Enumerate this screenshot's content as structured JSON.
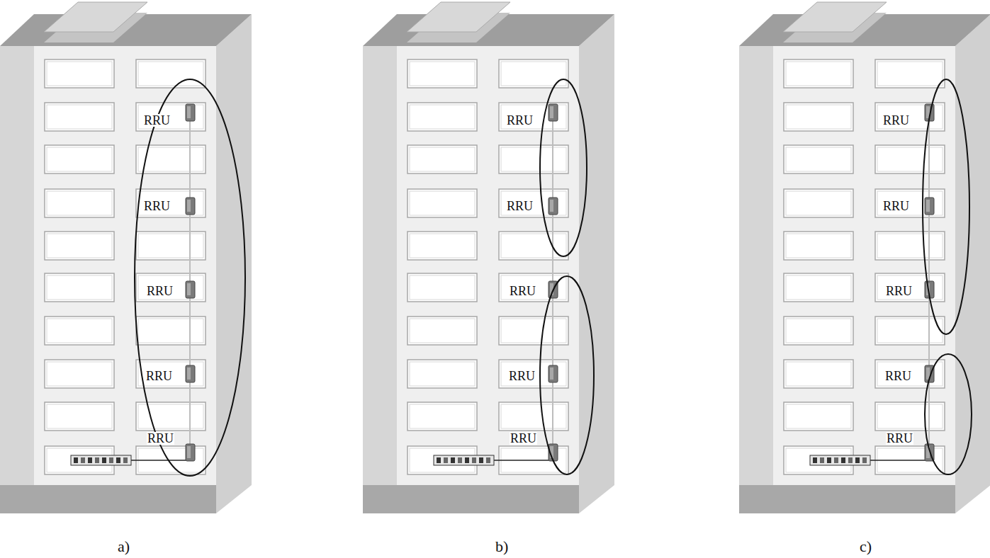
{
  "diagram": {
    "labels": [
      "RRU",
      "RRU",
      "RRU",
      "RRU",
      "RRU",
      "RRU",
      "RRU",
      "RRU",
      "RRU",
      "RRU",
      "RRU",
      "RRU",
      "RRU",
      "RRU",
      "RRU",
      "a)",
      "b)",
      "c)"
    ]
  }
}
